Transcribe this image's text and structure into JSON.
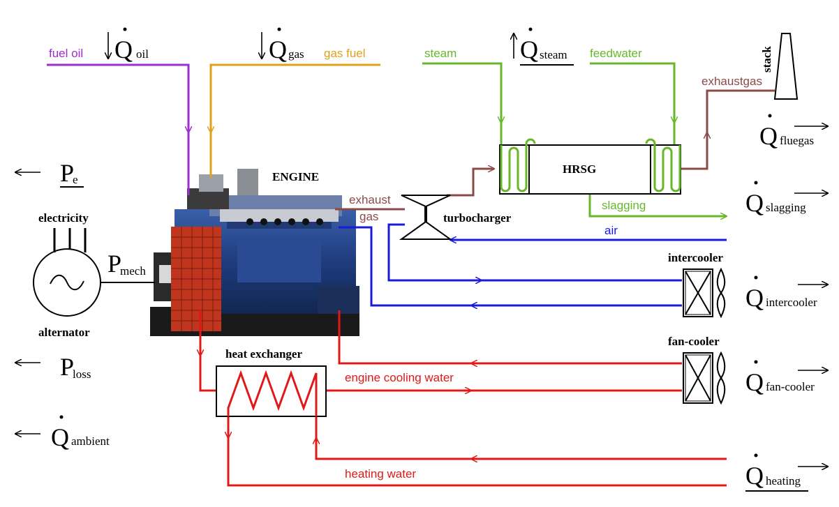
{
  "colors": {
    "fuel_oil": "#9b2fd0",
    "gas": "#dea21a",
    "steam": "#66b82a",
    "exhaust": "#8b4a4a",
    "air": "#1a1ad8",
    "water": "#e01818",
    "black": "#000000"
  },
  "streams": {
    "fuel_oil": "fuel oil",
    "gas_fuel": "gas fuel",
    "steam": "steam",
    "feedwater": "feedwater",
    "exhaustgas": "exhaustgas",
    "exhaust_gas_line1": "exhaust",
    "exhaust_gas_line2": "gas",
    "slagging": "slagging",
    "air": "air",
    "engine_cooling_water": "engine cooling water",
    "heating_water": "heating water"
  },
  "components": {
    "engine": "ENGINE",
    "hrsg": "HRSG",
    "turbocharger": "turbocharger",
    "intercooler": "intercooler",
    "fan_cooler": "fan-cooler",
    "heat_exchanger": "heat exchanger",
    "stack": "stack",
    "electricity": "electricity",
    "alternator": "alternator"
  },
  "energy_flows": {
    "symbol_q": "Q",
    "symbol_p": "P",
    "q_oil": "oil",
    "q_gas": "gas",
    "q_steam": "steam",
    "q_fluegas": "fluegas",
    "q_slagging": "slagging",
    "q_intercooler": "intercooler",
    "q_fan_cooler": "fan-cooler",
    "q_heating": "heating",
    "q_ambient": "ambient",
    "p_e": "e",
    "p_mech": "mech",
    "p_loss": "loss"
  },
  "icons": [
    "engine-image",
    "alternator-icon",
    "turbocharger-icon",
    "stack-icon",
    "fan-icon",
    "crossed-box-icon",
    "coil-icon",
    "arrow-icon"
  ]
}
